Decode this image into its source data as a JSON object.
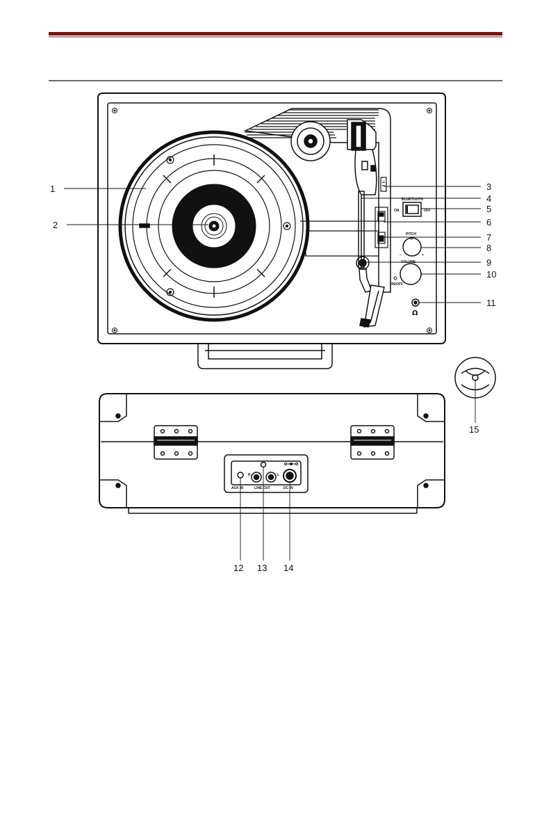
{
  "callouts": {
    "c1": "1",
    "c2": "2",
    "c3": "3",
    "c4": "4",
    "c5": "5",
    "c6": "6",
    "c7": "7",
    "c8": "8",
    "c9": "9",
    "c10": "10",
    "c11": "11",
    "c12": "12",
    "c13": "13",
    "c14": "14",
    "c15": "15"
  },
  "panel_labels": {
    "bluetooth": "BLUETOOTH",
    "on": "ON",
    "off": "OFF",
    "pitch": "PITCH",
    "pitch_zero": "0",
    "pitch_minus": "−",
    "pitch_plus": "+",
    "volume": "VOLUME",
    "onoff": "ON/OFF",
    "headphone": "Ω",
    "aux_in": "AUX IN",
    "line_out": "LINE OUT",
    "right": "R",
    "left": "L",
    "dc_in": "DC IN"
  },
  "colors": {
    "line": "#111111",
    "header_bar": "#7a1414",
    "background": "#ffffff"
  }
}
